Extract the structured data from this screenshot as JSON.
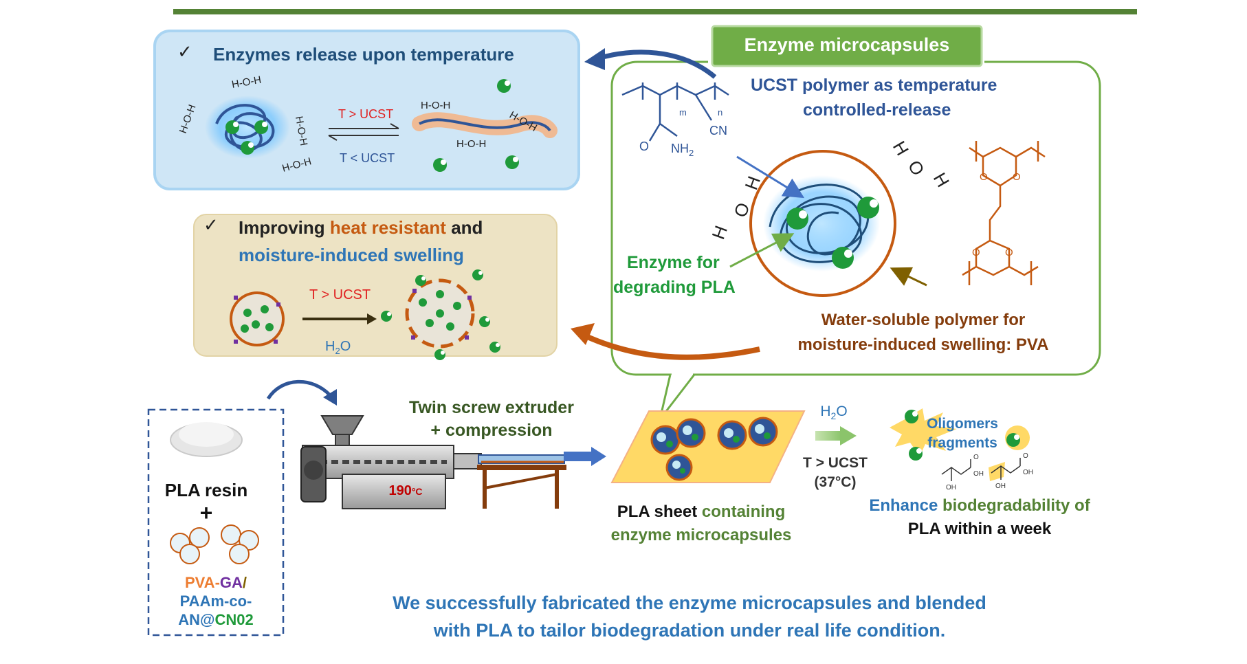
{
  "header": {
    "box_title": "Enzyme microcapsules"
  },
  "panel_release": {
    "check": "✓",
    "title": "Enzymes release upon temperature",
    "forward": "T > UCST",
    "backward": "T < UCST",
    "water": "H-O-H"
  },
  "panel_heat": {
    "check": "✓",
    "title_a": "Improving ",
    "title_b": "heat resistant",
    "title_c": " and",
    "title_d": "moisture-induced swelling",
    "condition": "T > UCST",
    "solvent_h": "H",
    "solvent_sub": "2",
    "solvent_o": "O"
  },
  "capsule_panel": {
    "ucst_line1": "UCST polymer as temperature",
    "ucst_line2": "controlled-release",
    "monomer_m": "m",
    "monomer_n": "n",
    "cn": "CN",
    "amide_o": "O",
    "amide_nh2": "NH",
    "amide_sub": "2",
    "enzyme_line1": "Enzyme for",
    "enzyme_line2": "degrading PLA",
    "pva_line1": "Water-soluble polymer for",
    "pva_line2": "moisture-induced swelling: PVA",
    "water_h": "H",
    "water_o": "O",
    "ring_o": "O"
  },
  "process": {
    "pla_resin": "PLA resin",
    "plus": "+",
    "mix_a": "PVA-",
    "mix_b": "GA",
    "mix_c": "/",
    "mix_d": "PAAm-co-",
    "mix_e": "AN@",
    "mix_f": "CN02",
    "extruder_line1": "Twin screw extruder",
    "extruder_line2": "+ compression",
    "temperature": "190",
    "temperature_unit": "°C",
    "sheet_a": "PLA sheet ",
    "sheet_b": "containing",
    "sheet_c": "enzyme microcapsules",
    "cond_h": "H",
    "cond_sub": "2",
    "cond_o": "O",
    "cond_t": "T > UCST",
    "cond_temp": "(37°C)",
    "oligomers_line1": "Oligomers",
    "oligomers_line2": "fragments",
    "result_a": "Enhance",
    "result_b": " biodegradability of",
    "result_c": "PLA within a week",
    "oh": "OH",
    "o_small": "O"
  },
  "conclusion": {
    "line1": "We successfully fabricated the enzyme microcapsules and blended",
    "line2": "with PLA to tailor biodegradation under real life condition."
  },
  "colors": {
    "top_bar": "#548235",
    "enzyme_green": "#1f9a3a",
    "release_bg": "#cfe6f6",
    "heat_bg": "#ede3c4",
    "title_blue": "#1f4e79",
    "title_orange": "#c55a11",
    "red": "#e02020",
    "panel_green": "#70ad47",
    "conclusion_blue": "#2e75b6"
  }
}
